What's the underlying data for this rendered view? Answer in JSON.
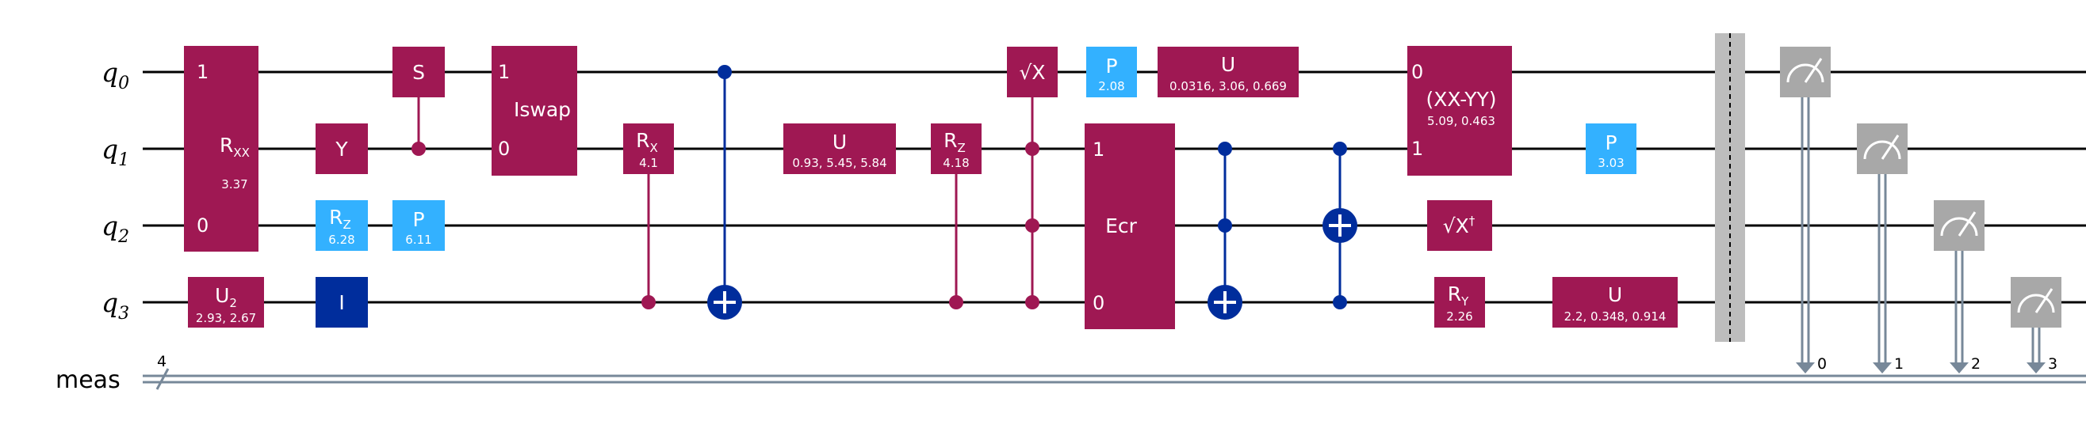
{
  "colors": {
    "wire": "#000000",
    "classical_wire": "#778899",
    "gate_magenta": "#9f1853",
    "gate_cyan": "#33b1ff",
    "gate_blue": "#002d9c",
    "barrier": "#bdbdbd",
    "measure": "#a8a8a8",
    "white": "#ffffff"
  },
  "registers": {
    "qubits": [
      {
        "base": "q",
        "sub": "0"
      },
      {
        "base": "q",
        "sub": "1"
      },
      {
        "base": "q",
        "sub": "2"
      },
      {
        "base": "q",
        "sub": "3"
      }
    ],
    "classical": {
      "name": "meas",
      "width": "4"
    }
  },
  "gates": [
    {
      "id": "rxx",
      "name": "R",
      "sub": "XX",
      "param": "3.37",
      "color": "magenta",
      "pins": [
        "1",
        "0"
      ]
    },
    {
      "id": "u2",
      "name": "U",
      "sub": "2",
      "param": "2.93, 2.67",
      "color": "magenta"
    },
    {
      "id": "y",
      "name": "Y",
      "color": "magenta"
    },
    {
      "id": "rz-a",
      "name": "R",
      "sub": "Z",
      "param": "6.28",
      "color": "cyan"
    },
    {
      "id": "id",
      "name": "I",
      "color": "blue"
    },
    {
      "id": "s",
      "name": "S",
      "color": "magenta"
    },
    {
      "id": "p-a",
      "name": "P",
      "param": "6.11",
      "color": "cyan"
    },
    {
      "id": "iswap",
      "name": "Iswap",
      "color": "magenta",
      "pins": [
        "1",
        "0"
      ]
    },
    {
      "id": "rx",
      "name": "R",
      "sub": "X",
      "param": "4.1",
      "color": "magenta"
    },
    {
      "id": "u-a",
      "name": "U",
      "param": "0.93, 5.45, 5.84",
      "color": "magenta"
    },
    {
      "id": "rz-b",
      "name": "R",
      "sub": "Z",
      "param": "4.18",
      "color": "magenta"
    },
    {
      "id": "sx",
      "name": "√X",
      "color": "magenta"
    },
    {
      "id": "p-b",
      "name": "P",
      "param": "2.08",
      "color": "cyan"
    },
    {
      "id": "u-b",
      "name": "U",
      "param": "0.0316, 3.06, 0.669",
      "color": "magenta"
    },
    {
      "id": "ecr",
      "name": "Ecr",
      "color": "magenta",
      "pins": [
        "1",
        "0"
      ]
    },
    {
      "id": "xxmyy",
      "name": "(XX-YY)",
      "param": "5.09, 0.463",
      "color": "magenta",
      "pins": [
        "0",
        "1"
      ]
    },
    {
      "id": "sxdg",
      "name": "√X",
      "sup": "†",
      "color": "magenta"
    },
    {
      "id": "ry",
      "name": "R",
      "sub": "Y",
      "param": "2.26",
      "color": "magenta"
    },
    {
      "id": "p-c",
      "name": "P",
      "param": "3.03",
      "color": "cyan"
    },
    {
      "id": "u-c",
      "name": "U",
      "param": "2.2, 0.348, 0.914",
      "color": "magenta"
    }
  ],
  "measurements": [
    {
      "qubit": 0,
      "bit": "0"
    },
    {
      "qubit": 1,
      "bit": "1"
    },
    {
      "qubit": 2,
      "bit": "2"
    },
    {
      "qubit": 3,
      "bit": "3"
    }
  ]
}
